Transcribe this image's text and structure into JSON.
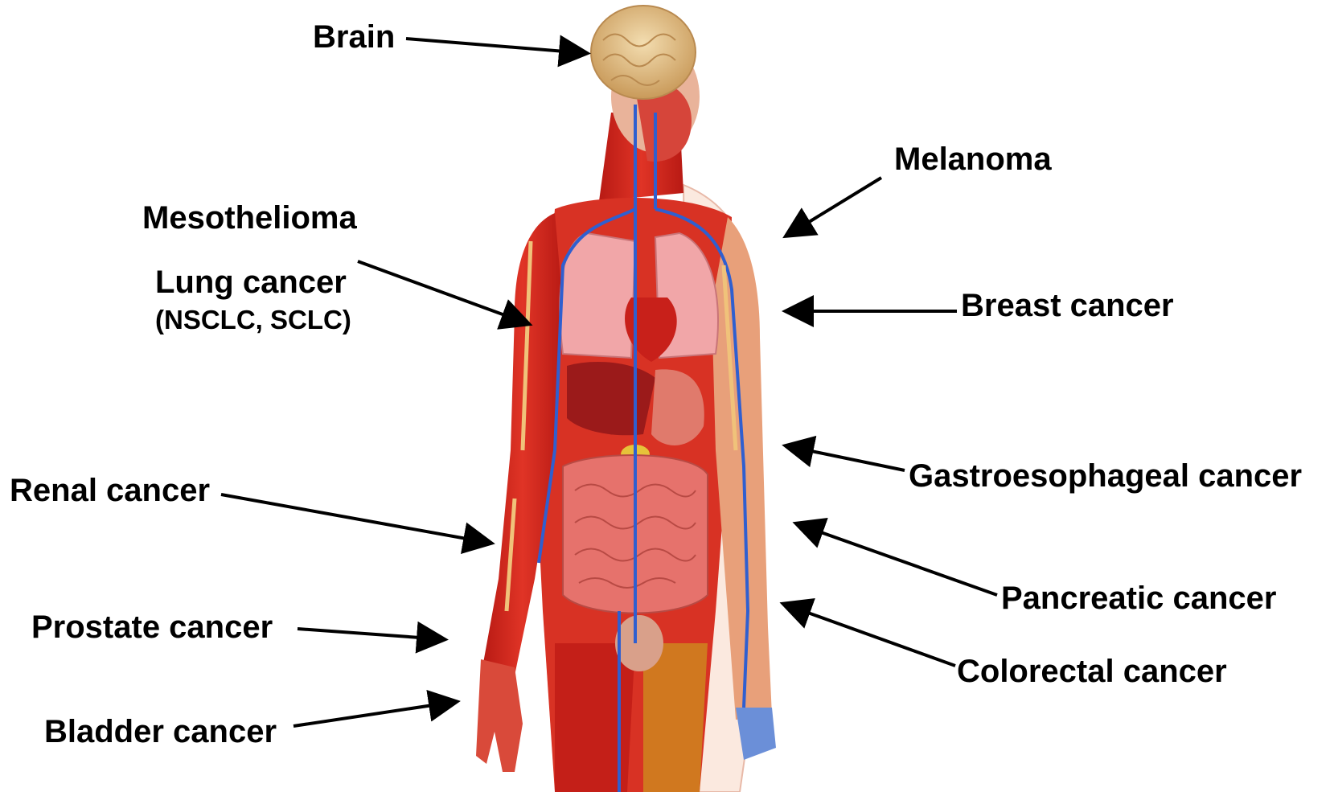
{
  "labels": {
    "brain": "Brain",
    "melanoma": "Melanoma",
    "mesothelioma": "Mesothelioma",
    "lung_cancer": "Lung cancer",
    "lung_cancer_types": "(NSCLC, SCLC)",
    "breast_cancer": "Breast cancer",
    "renal_cancer": "Renal cancer",
    "gastroesophageal_cancer": "Gastroesophageal cancer",
    "pancreatic_cancer": "Pancreatic cancer",
    "prostate_cancer": "Prostate cancer",
    "colorectal_cancer": "Colorectal cancer",
    "bladder_cancer": "Bladder cancer"
  },
  "colors": {
    "muscle": "#d42a1e",
    "muscle_dark": "#9e1510",
    "vein": "#2f5fd0",
    "brain": "#e8c990",
    "lung": "#f1a6a8",
    "liver": "#9b1a1a",
    "intestine": "#e6726c",
    "text": "#000000",
    "background": "#ffffff"
  }
}
